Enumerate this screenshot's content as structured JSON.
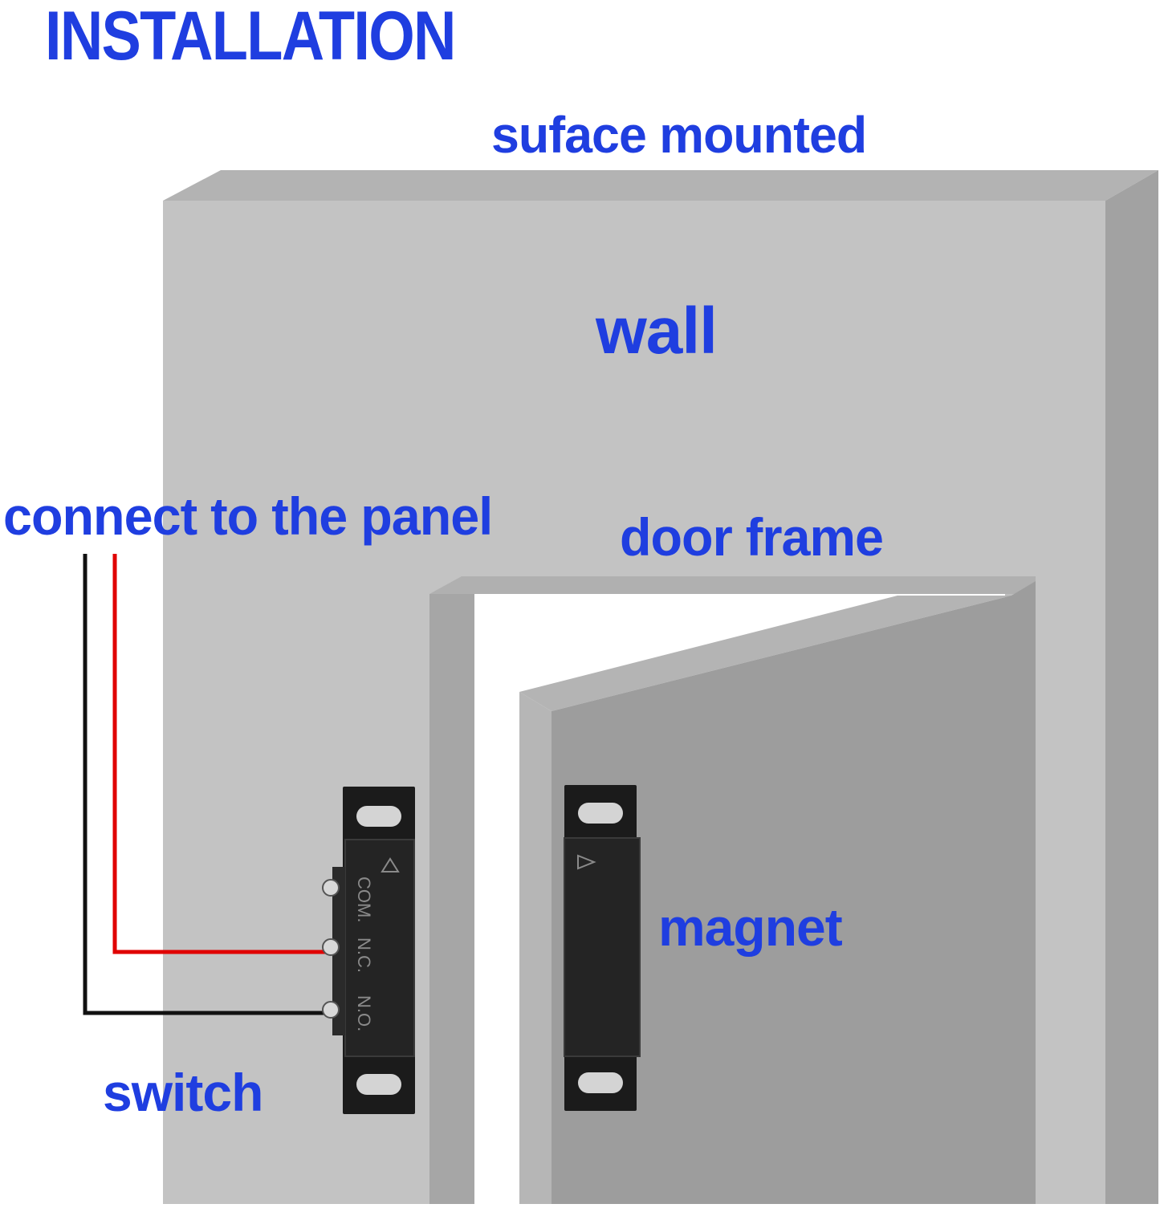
{
  "title": "INSTALLATION",
  "labels": {
    "surface": "suface mounted",
    "wall": "wall",
    "panel": "connect to the panel",
    "door_frame": "door frame",
    "magnet": "magnet",
    "switch": "switch"
  },
  "terminals": {
    "com": "COM.",
    "nc": "N.C.",
    "no": "N.O."
  },
  "colors": {
    "label_text": "#1f3ee0",
    "wall_face": "#c3c3c3",
    "wall_side": "#a2a2a2",
    "wall_top": "#b3b3b3",
    "door_face": "#9d9d9d",
    "wire_red": "#e00000",
    "wire_black": "#111111",
    "device_body": "#1d1d1d"
  }
}
